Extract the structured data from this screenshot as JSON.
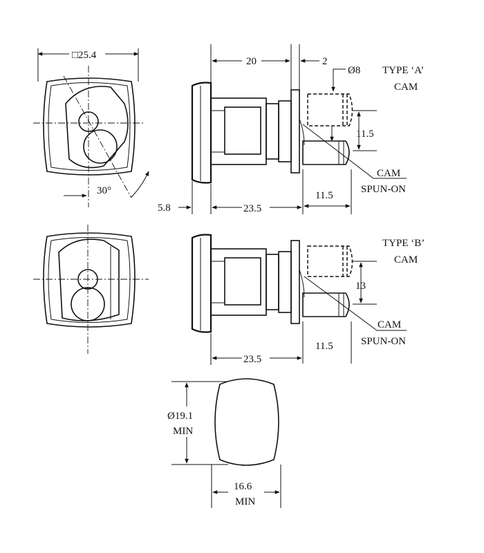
{
  "labels": {
    "square_dim": "□25.4",
    "angle": "30°",
    "dim_20": "20",
    "dim_2": "2",
    "dia_8": "Ø8",
    "type_a_line1": "TYPE ‘A’",
    "type_a_line2": "CAM",
    "dim_11_5_vert": "11.5",
    "cam_a_line1": "CAM",
    "cam_a_line2": "SPUN-ON",
    "dim_11_5_a": "11.5",
    "dim_5_8": "5.8",
    "dim_23_5_a": "23.5",
    "type_b_line1": "TYPE ‘B’",
    "type_b_line2": "CAM",
    "dim_13": "13",
    "cam_b_line1": "CAM",
    "cam_b_line2": "SPUN-ON",
    "dim_11_5_b": "11.5",
    "dim_23_5_b": "23.5",
    "dia_19_1": "Ø19.1",
    "min_1": "MIN",
    "dim_16_6": "16.6",
    "min_2": "MIN"
  }
}
